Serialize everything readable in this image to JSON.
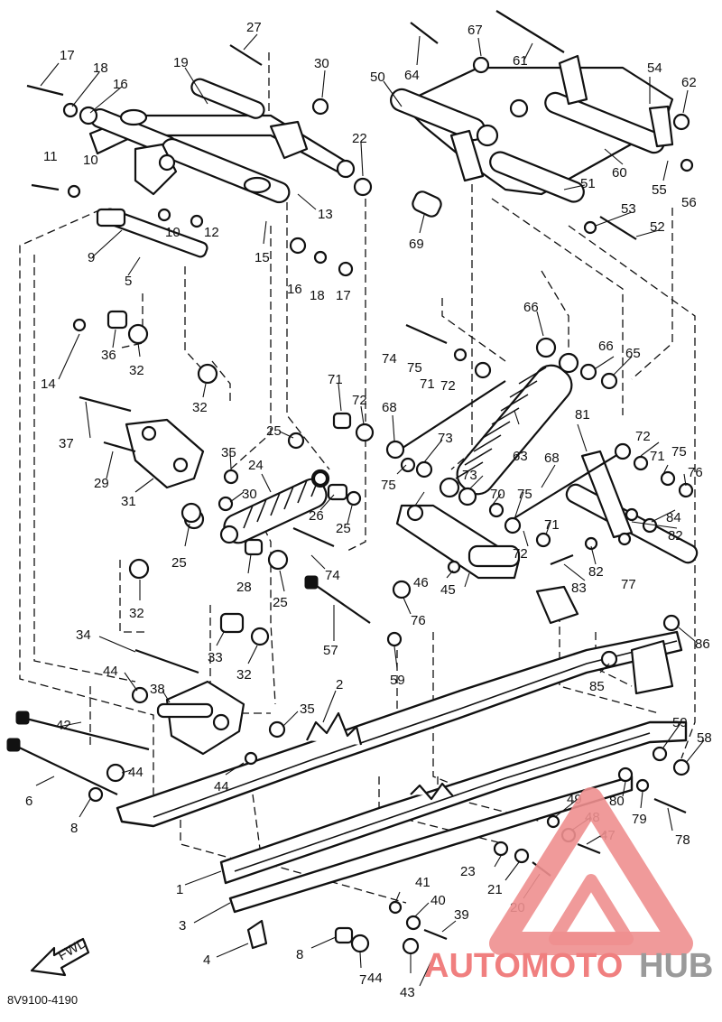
{
  "diagram": {
    "drawing_code": "8V9100-4190",
    "fwd_label": "FWD",
    "watermark": {
      "part1": "AUTOMOTO",
      "part2": "HUB",
      "color_part1": "#f07f7f",
      "color_part2": "#9a9a9a",
      "logo_color": "#ee8f8f"
    },
    "callouts": [
      {
        "id": "c1",
        "text": "1"
      },
      {
        "id": "c2",
        "text": "2"
      },
      {
        "id": "c3",
        "text": "3"
      },
      {
        "id": "c4",
        "text": "4"
      },
      {
        "id": "c5",
        "text": "5"
      },
      {
        "id": "c6",
        "text": "6"
      },
      {
        "id": "c7",
        "text": "7"
      },
      {
        "id": "c8a",
        "text": "8"
      },
      {
        "id": "c8b",
        "text": "8"
      },
      {
        "id": "c9",
        "text": "9"
      },
      {
        "id": "c10a",
        "text": "10"
      },
      {
        "id": "c10b",
        "text": "10"
      },
      {
        "id": "c11",
        "text": "11"
      },
      {
        "id": "c12",
        "text": "12"
      },
      {
        "id": "c13",
        "text": "13"
      },
      {
        "id": "c14",
        "text": "14"
      },
      {
        "id": "c15",
        "text": "15"
      },
      {
        "id": "c16a",
        "text": "16"
      },
      {
        "id": "c16b",
        "text": "16"
      },
      {
        "id": "c17a",
        "text": "17"
      },
      {
        "id": "c17b",
        "text": "17"
      },
      {
        "id": "c18a",
        "text": "18"
      },
      {
        "id": "c18b",
        "text": "18"
      },
      {
        "id": "c19",
        "text": "19"
      },
      {
        "id": "c20",
        "text": "20"
      },
      {
        "id": "c21",
        "text": "21"
      },
      {
        "id": "c22",
        "text": "22"
      },
      {
        "id": "c23",
        "text": "23"
      },
      {
        "id": "c24",
        "text": "24"
      },
      {
        "id": "c25a",
        "text": "25"
      },
      {
        "id": "c25b",
        "text": "25"
      },
      {
        "id": "c25c",
        "text": "25"
      },
      {
        "id": "c25d",
        "text": "25"
      },
      {
        "id": "c26",
        "text": "26"
      },
      {
        "id": "c27",
        "text": "27"
      },
      {
        "id": "c28",
        "text": "28"
      },
      {
        "id": "c29",
        "text": "29"
      },
      {
        "id": "c30a",
        "text": "30"
      },
      {
        "id": "c30b",
        "text": "30"
      },
      {
        "id": "c31",
        "text": "31"
      },
      {
        "id": "c32a",
        "text": "32"
      },
      {
        "id": "c32b",
        "text": "32"
      },
      {
        "id": "c32c",
        "text": "32"
      },
      {
        "id": "c32d",
        "text": "32"
      },
      {
        "id": "c33",
        "text": "33"
      },
      {
        "id": "c34",
        "text": "34"
      },
      {
        "id": "c35a",
        "text": "35"
      },
      {
        "id": "c35b",
        "text": "35"
      },
      {
        "id": "c36",
        "text": "36"
      },
      {
        "id": "c37",
        "text": "37"
      },
      {
        "id": "c38",
        "text": "38"
      },
      {
        "id": "c39",
        "text": "39"
      },
      {
        "id": "c40",
        "text": "40"
      },
      {
        "id": "c41",
        "text": "41"
      },
      {
        "id": "c42",
        "text": "42"
      },
      {
        "id": "c43",
        "text": "43"
      },
      {
        "id": "c44a",
        "text": "44"
      },
      {
        "id": "c44b",
        "text": "44"
      },
      {
        "id": "c44c",
        "text": "44"
      },
      {
        "id": "c44d",
        "text": "44"
      },
      {
        "id": "c45",
        "text": "45"
      },
      {
        "id": "c46",
        "text": "46"
      },
      {
        "id": "c47",
        "text": "47"
      },
      {
        "id": "c48",
        "text": "48"
      },
      {
        "id": "c49",
        "text": "49"
      },
      {
        "id": "c50",
        "text": "50"
      },
      {
        "id": "c51",
        "text": "51"
      },
      {
        "id": "c52",
        "text": "52"
      },
      {
        "id": "c53",
        "text": "53"
      },
      {
        "id": "c54",
        "text": "54"
      },
      {
        "id": "c55",
        "text": "55"
      },
      {
        "id": "c56",
        "text": "56"
      },
      {
        "id": "c57",
        "text": "57"
      },
      {
        "id": "c58",
        "text": "58"
      },
      {
        "id": "c59a",
        "text": "59"
      },
      {
        "id": "c59b",
        "text": "59"
      },
      {
        "id": "c60",
        "text": "60"
      },
      {
        "id": "c61",
        "text": "61"
      },
      {
        "id": "c62",
        "text": "62"
      },
      {
        "id": "c63",
        "text": "63"
      },
      {
        "id": "c64",
        "text": "64"
      },
      {
        "id": "c65",
        "text": "65"
      },
      {
        "id": "c66a",
        "text": "66"
      },
      {
        "id": "c66b",
        "text": "66"
      },
      {
        "id": "c67",
        "text": "67"
      },
      {
        "id": "c68a",
        "text": "68"
      },
      {
        "id": "c68b",
        "text": "68"
      },
      {
        "id": "c69",
        "text": "69"
      },
      {
        "id": "c70",
        "text": "70"
      },
      {
        "id": "c71a",
        "text": "71"
      },
      {
        "id": "c71b",
        "text": "71"
      },
      {
        "id": "c71c",
        "text": "71"
      },
      {
        "id": "c71d",
        "text": "71"
      },
      {
        "id": "c72a",
        "text": "72"
      },
      {
        "id": "c72b",
        "text": "72"
      },
      {
        "id": "c72c",
        "text": "72"
      },
      {
        "id": "c72d",
        "text": "72"
      },
      {
        "id": "c73a",
        "text": "73"
      },
      {
        "id": "c73b",
        "text": "73"
      },
      {
        "id": "c74a",
        "text": "74"
      },
      {
        "id": "c74b",
        "text": "74"
      },
      {
        "id": "c75a",
        "text": "75"
      },
      {
        "id": "c75b",
        "text": "75"
      },
      {
        "id": "c75c",
        "text": "75"
      },
      {
        "id": "c75d",
        "text": "75"
      },
      {
        "id": "c76a",
        "text": "76"
      },
      {
        "id": "c76b",
        "text": "76"
      },
      {
        "id": "c77",
        "text": "77"
      },
      {
        "id": "c78",
        "text": "78"
      },
      {
        "id": "c79",
        "text": "79"
      },
      {
        "id": "c80",
        "text": "80"
      },
      {
        "id": "c81",
        "text": "81"
      },
      {
        "id": "c82a",
        "text": "82"
      },
      {
        "id": "c82b",
        "text": "82"
      },
      {
        "id": "c83",
        "text": "83"
      },
      {
        "id": "c84",
        "text": "84"
      },
      {
        "id": "c85",
        "text": "85"
      },
      {
        "id": "c86",
        "text": "86"
      }
    ]
  }
}
